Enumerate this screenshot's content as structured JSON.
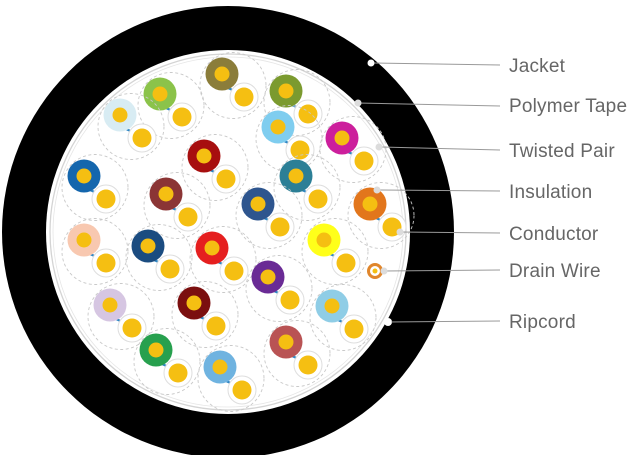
{
  "labels": {
    "jacket": "Jacket",
    "polymer_tape": "Polymer Tape",
    "twisted_pair": "Twisted Pair",
    "insulation": "Insulation",
    "conductor": "Conductor",
    "drain_wire": "Drain Wire",
    "ripcord": "Ripcord"
  },
  "colors": {
    "jacket": "#000000",
    "core_background": "#ffffff",
    "pair_outline": "#c8c8c8",
    "tape_ring": "#d4d4d4",
    "conductor": "#f5bf12",
    "twist_line": "#2f86c4",
    "leader_line": "#9a9a9a",
    "drain_wire_ring": "#e0862c",
    "label_text": "#666666"
  },
  "pair_colors": [
    "#8bc34a",
    "#8b7d3a",
    "#7b9a2f",
    "#d8ecf3",
    "#7fcdef",
    "#cc1f9c",
    "#1466ad",
    "#a70f0f",
    "#2c7f96",
    "#8b3535",
    "#2e558e",
    "#e2761c",
    "#f8c8b0",
    "#1b4c80",
    "#e51f1f",
    "#ffff1a",
    "#6a2b95",
    "#d6c6e2",
    "#7b0f0f",
    "#8fcde6",
    "#27a04e",
    "#b95354",
    "#6fb3e0"
  ]
}
